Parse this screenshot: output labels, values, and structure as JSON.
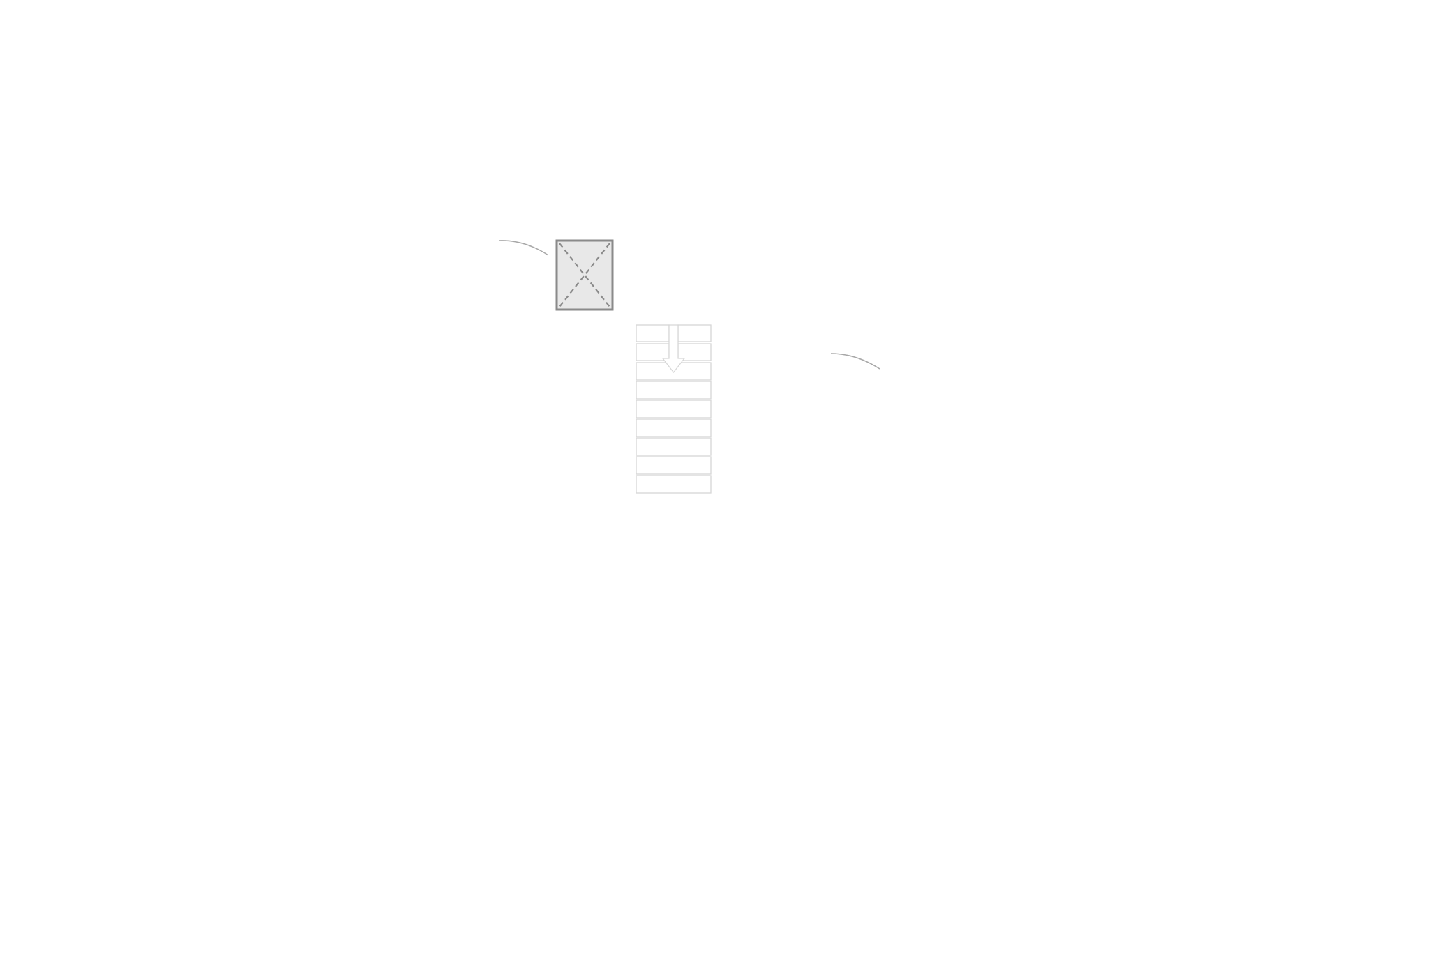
{
  "diagram": {
    "elements": [
      {
        "name": "placeholder-box",
        "kind": "image-placeholder"
      },
      {
        "name": "connector-curve-left",
        "kind": "curve"
      },
      {
        "name": "connector-curve-right",
        "kind": "curve"
      },
      {
        "name": "staircase-plan",
        "kind": "stair",
        "treads": 9,
        "direction": "down"
      }
    ]
  },
  "colors": {
    "background": "#ffffff",
    "placeholder_fill": "#e8e8e8",
    "placeholder_border": "#8a8a8a",
    "placeholder_cross": "#8a8a8a",
    "stair_fill": "#ffffff",
    "stair_stroke": "#d6d6d6",
    "curve_stroke": "#a8a8a8"
  }
}
